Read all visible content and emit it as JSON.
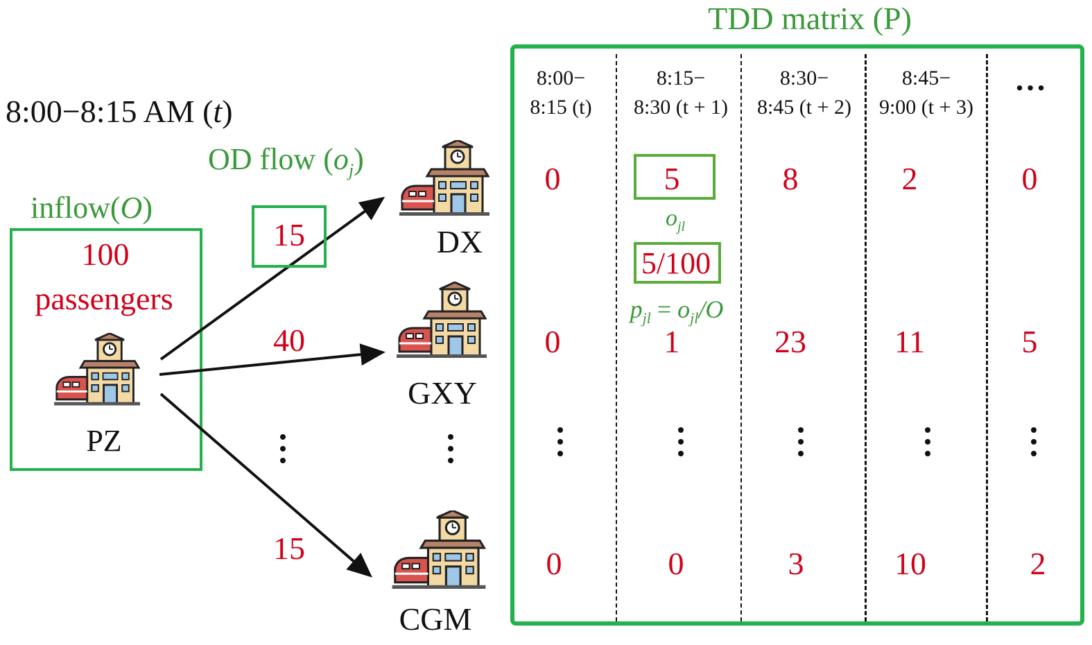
{
  "time_window": {
    "label": "8:00−8:15 AM (",
    "var": "t",
    "close": ")"
  },
  "od_flow_label": {
    "text": "OD flow (",
    "sym": "o",
    "sub": "j",
    "close": ")"
  },
  "inflow_label": {
    "text": "inflow(",
    "sym": "O",
    "close": ")"
  },
  "inflow_box": {
    "count": "100",
    "unit": "passengers",
    "station": "PZ"
  },
  "flows": [
    {
      "value": "15",
      "boxed": true,
      "dest": "DX"
    },
    {
      "value": "40",
      "boxed": false,
      "dest": "GXY"
    },
    {
      "value": "15",
      "boxed": false,
      "dest": "CGM"
    }
  ],
  "matrix": {
    "title": "TDD matrix (P)",
    "columns": [
      {
        "line1": "8:00−",
        "line2": "8:15 (t)"
      },
      {
        "line1": "8:15−",
        "line2": "8:30 (t + 1)"
      },
      {
        "line1": "8:30−",
        "line2": "8:45 (t + 2)"
      },
      {
        "line1": "8:45−",
        "line2": "9:00 (t + 3)"
      },
      {
        "line1": "…",
        "line2": ""
      }
    ],
    "rows": [
      [
        "0",
        "5",
        "8",
        "2",
        "0"
      ],
      [
        "0",
        "1",
        "23",
        "11",
        "5"
      ],
      [
        "0",
        "0",
        "3",
        "10",
        "2"
      ]
    ],
    "annotation_ojl": "o",
    "annotation_ojl_sub": "jl",
    "annotation_ratio": "5/100",
    "annotation_formula": {
      "p": "p",
      "p_sub": "jl",
      "eq": " = ",
      "o": "o",
      "o_sub": "jl",
      "div": "/O"
    }
  },
  "colors": {
    "box_border": "#22b14c",
    "value_red": "#d0021b",
    "label_green": "#3a9a3a"
  },
  "icons": [
    "train-station-icon"
  ]
}
